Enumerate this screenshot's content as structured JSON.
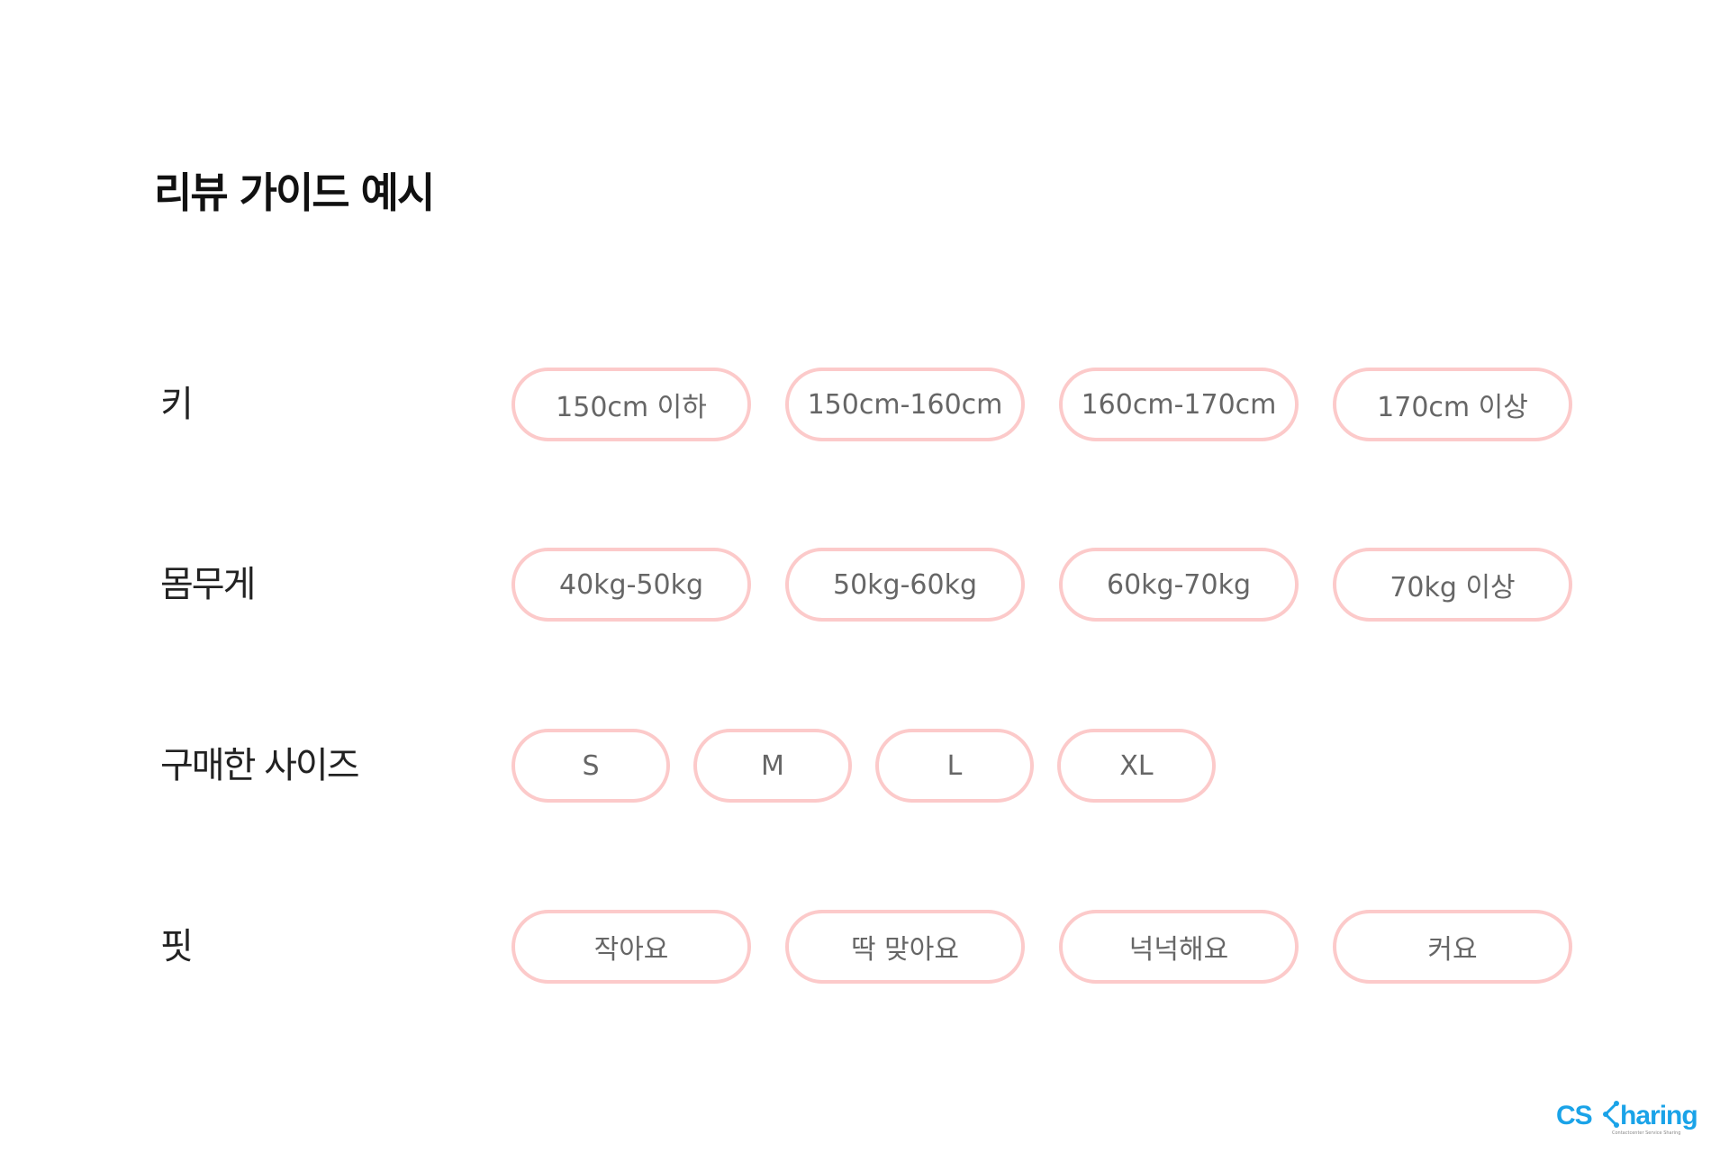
{
  "title": "리뷰 가이드 예시",
  "rows": [
    {
      "label": "키",
      "options": [
        "150cm 이하",
        "150cm-160cm",
        "160cm-170cm",
        "170cm 이상"
      ]
    },
    {
      "label": "몸무게",
      "options": [
        "40kg-50kg",
        "50kg-60kg",
        "60kg-70kg",
        "70kg 이상"
      ]
    },
    {
      "label": "구매한 사이즈",
      "options": [
        "S",
        "M",
        "L",
        "XL"
      ]
    },
    {
      "label": "핏",
      "options": [
        "작아요",
        "딱 맞아요",
        "넉넉해요",
        "커요"
      ]
    }
  ],
  "logo": {
    "cs": "CS",
    "sharing": "haring",
    "tagline": "Contactcenter Service Sharing"
  },
  "colors": {
    "chip_border": "#fccaca",
    "chip_text": "#666666",
    "logo": "#1aa3e8"
  }
}
